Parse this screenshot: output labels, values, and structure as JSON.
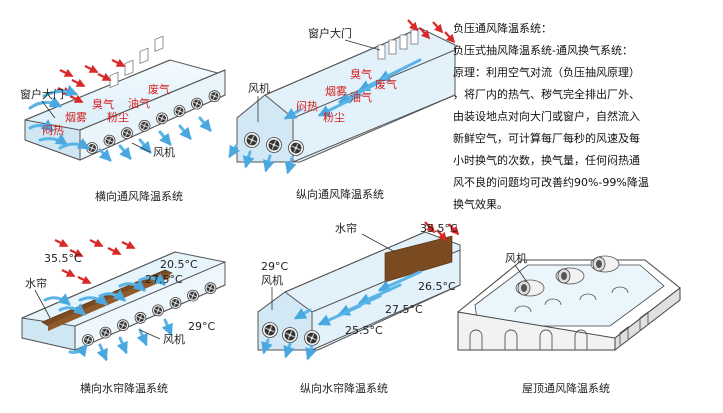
{
  "description_lines": [
    "负压通风降温系统：",
    "负压式抽风降温系统-通风换气系统：",
    "原理：利用空气对流（负压抽风原理）",
    "，将厂内的热气、秽气完全排出厂外、",
    "由装设地点对向大门或窗户，自然流入",
    "新鲜空气，可计算每厂每秒的风速及每",
    "小时换气的次数，换气量，任何闷热通",
    "风不良的问题均可改善约90%-99%降温",
    "换气效果。"
  ],
  "diagram1": {
    "caption": "横向通风降温系统",
    "door_label": "窗户大门",
    "fan_label": "风机",
    "pollutants": [
      "废气",
      "臭气",
      "油气",
      "烟雾",
      "粉尘",
      "闷热"
    ]
  },
  "diagram2": {
    "caption": "纵向通风降温系统",
    "door_label": "窗户大门",
    "fan_label": "风机",
    "pollutants": [
      "臭气",
      "废气",
      "烟雾",
      "油气",
      "闷热",
      "粉尘"
    ]
  },
  "diagram3": {
    "caption": "横向水帘降温系统",
    "curtain_label": "水帘",
    "fan_label": "风机",
    "temps": [
      "35.5°C",
      "20.5°C",
      "27.5°C",
      "29°C"
    ]
  },
  "diagram4": {
    "caption": "纵向水帘降温系统",
    "curtain_label": "水帘",
    "fan_label": "风机",
    "temps": [
      "35.5°C",
      "29°C",
      "26.5°C",
      "27.5°C",
      "25.5°C"
    ]
  },
  "diagram5": {
    "caption": "屋顶通风降温系统",
    "fan_label": "风机"
  },
  "colors": {
    "building_fill": "#dff1fa",
    "wall_line": "#555555",
    "air_arrow": "#5ab4e6",
    "hot_arrow": "#d82828",
    "curtain": "#7a4a20"
  }
}
